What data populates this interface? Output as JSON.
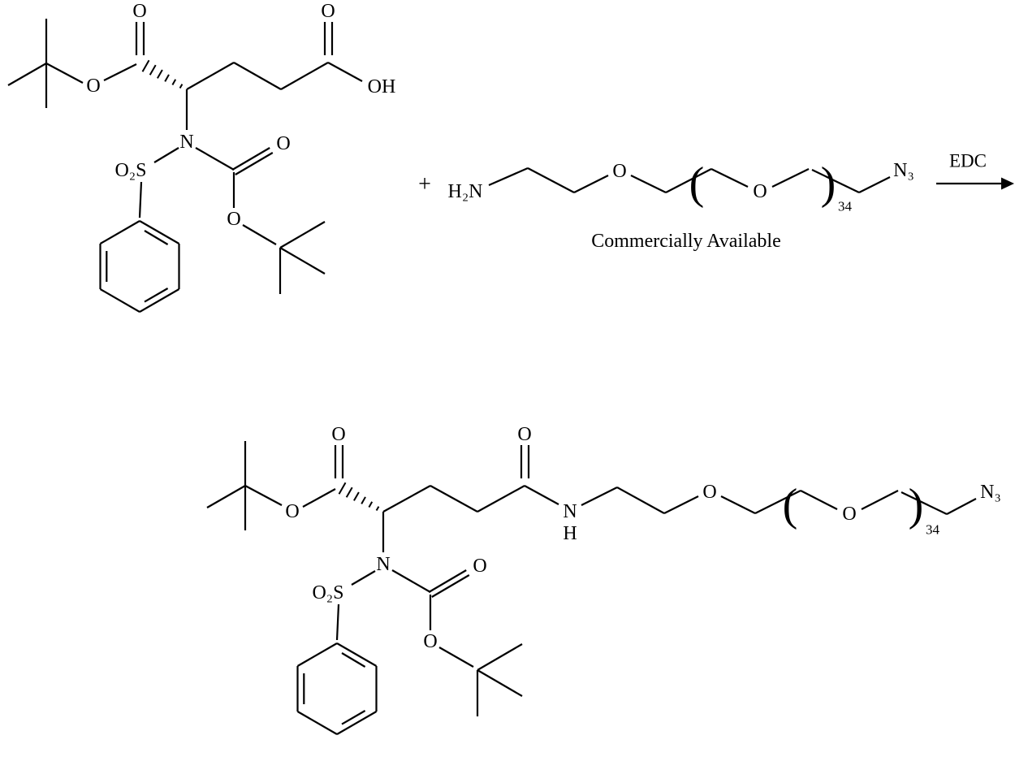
{
  "scheme": {
    "plus_sign": "+",
    "arrow_label": "EDC",
    "availability_note": "Commercially Available",
    "repeat_count": "34"
  },
  "atoms": {
    "oxygen": "O",
    "hydroxyl": "OH",
    "nitrogen": "N",
    "hydrogen": "H",
    "amine": "H₂N",
    "azide": "N₃",
    "sulfonyl": "O₂S",
    "paren_open": "(",
    "paren_close": ")"
  }
}
